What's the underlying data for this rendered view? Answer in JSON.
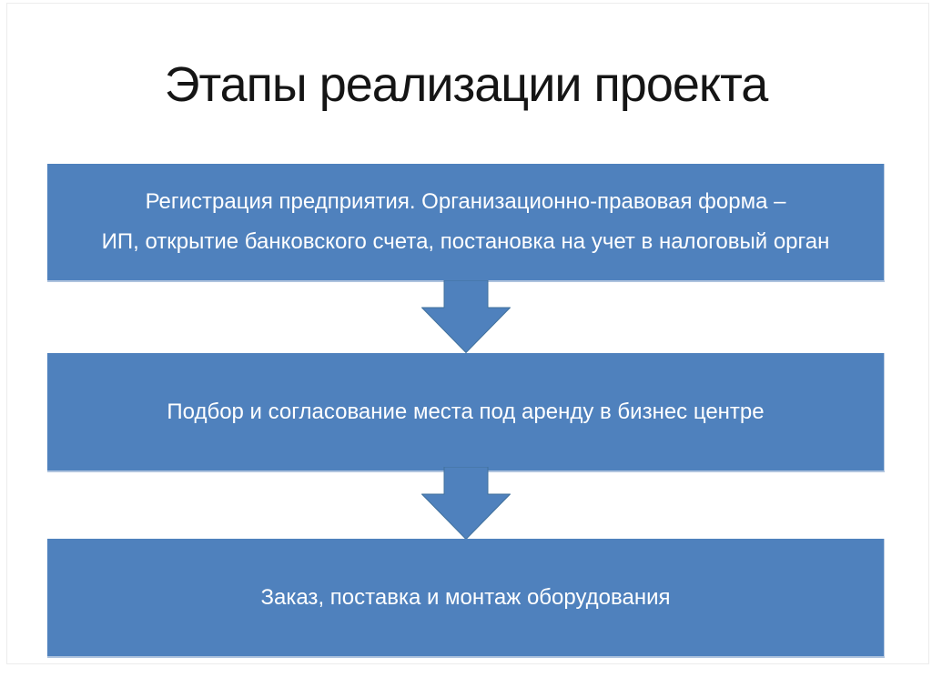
{
  "slide": {
    "title": "Этапы реализации проекта",
    "steps": [
      {
        "lines": [
          "Регистрация предприятия. Организационно-правовая форма –",
          "ИП, открытие банковского счета, постановка на учет в налоговый орган"
        ]
      },
      {
        "lines": [
          "Подбор и согласование места под аренду в бизнес центре"
        ]
      },
      {
        "lines": [
          "Заказ, поставка и монтаж оборудования"
        ]
      }
    ],
    "connector_icon": "down-arrow",
    "colors": {
      "box_fill": "#4f81bd",
      "box_bottom_edge": "#aec3de",
      "arrow_fill": "#4f81bd",
      "arrow_outline": "#41719c",
      "title_text": "#151515",
      "step_text": "#ffffff",
      "background": "#ffffff"
    }
  }
}
